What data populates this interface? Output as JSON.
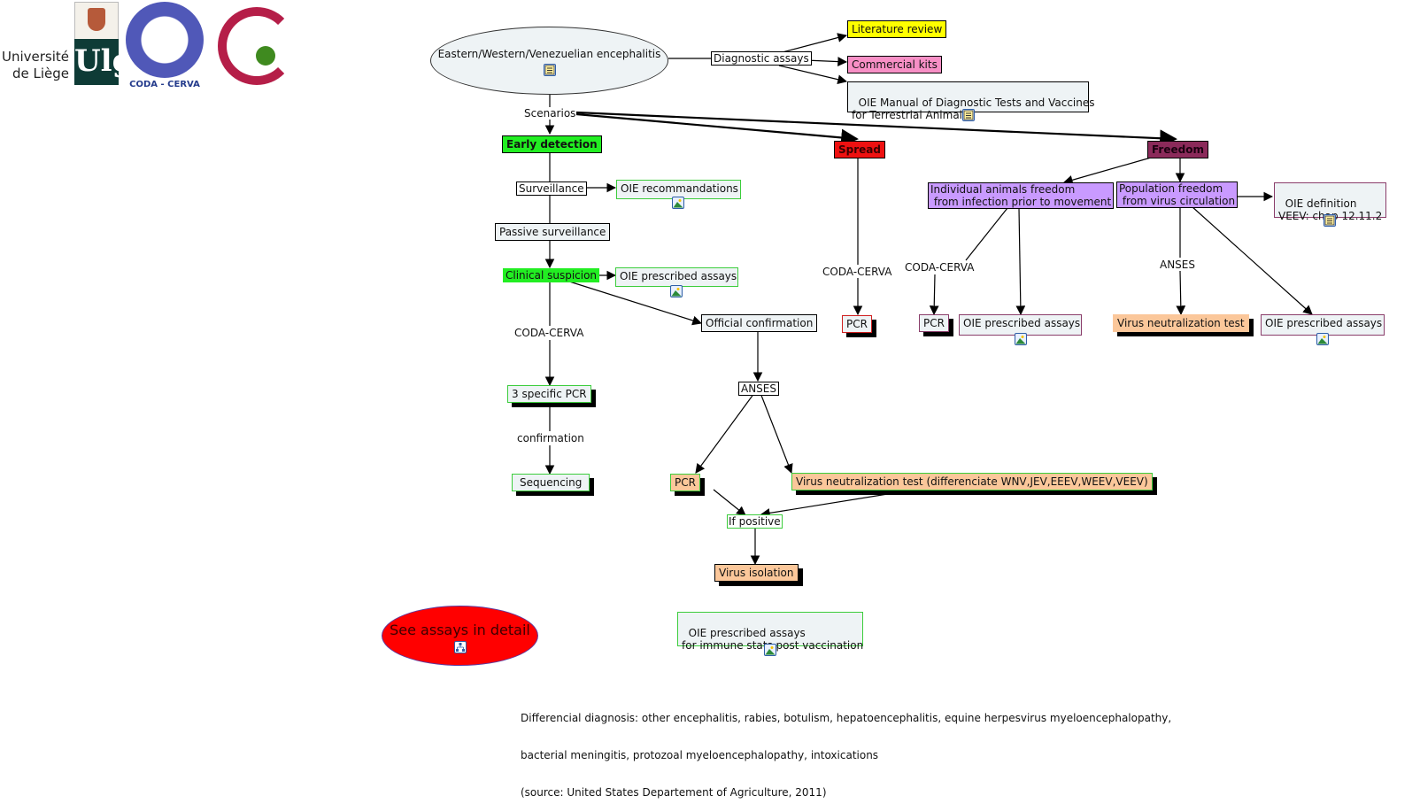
{
  "logos": {
    "ulg_text_line1": "Université",
    "ulg_text_line2": "de Liège",
    "ulg_mark": "Ulg",
    "coda_label": "CODA - CERVA"
  },
  "root": {
    "label": "Eastern/Western/Venezuelian encephalitis",
    "icon": "document-icon"
  },
  "diagnostic": {
    "link_label": "Diagnostic assays",
    "literature": "Literature review",
    "commercial": "Commercial kits",
    "oie_manual": "OIE Manual of Diagnostic Tests and Vaccines\nfor Terrestrial Animals"
  },
  "scenarios_label": "Scenarios",
  "early": {
    "title": "Early detection",
    "surveillance": "Surveillance",
    "oie_recommandations": "OIE recommandations",
    "passive": "Passive surveillance",
    "clinical": "Clinical suspicion",
    "oie_prescribed": "OIE prescribed assays",
    "coda_label": "CODA-CERVA",
    "pcr3": "3 specific PCR",
    "confirmation_label": "confirmation",
    "sequencing": "Sequencing",
    "official": "Official confirmation",
    "anses": "ANSES",
    "pcr": "PCR",
    "vnt": "Virus neutralization test (differenciate WNV,JEV,EEEV,WEEV,VEEV)",
    "if_positive": "If positive",
    "isolation": "Virus isolation"
  },
  "spread": {
    "title": "Spread",
    "coda_label": "CODA-CERVA",
    "pcr": "PCR"
  },
  "freedom": {
    "title": "Freedom",
    "individual": "Individual animals freedom\n from infection prior to movement",
    "population": "Population freedom\n from virus circulation",
    "oie_definition": "OIE definition\nVEEV: chap 12.11.2",
    "coda_label": "CODA-CERVA",
    "pcr": "PCR",
    "oie_prescribed_1": "OIE prescribed assays",
    "anses_label": "ANSES",
    "vnt": "Virus neutralization test",
    "oie_prescribed_2": "OIE prescribed assays"
  },
  "see_assays": "See assays in detail",
  "oie_vaccination": "OIE prescribed assays\nfor immune stats post vaccination",
  "footer": {
    "line1": "Differencial diagnosis: other encephalitis, rabies, botulism, hepatoencephalitis, equine herpesvirus myeloencephalopathy,",
    "line2": "bacterial meningitis, protozoal myeloencephalopathy, intoxications",
    "line3": "(source: United States Departement of Agriculture, 2011)"
  },
  "colors": {
    "early_green": "#22ee22",
    "spread_red": "#ee1111",
    "freedom_maroon": "#8b2a5a",
    "purple": "#c99aff",
    "orange": "#fbc79a",
    "yellow": "#ffff00",
    "pink": "#f78fc5",
    "node_bg": "#eef3f5"
  }
}
